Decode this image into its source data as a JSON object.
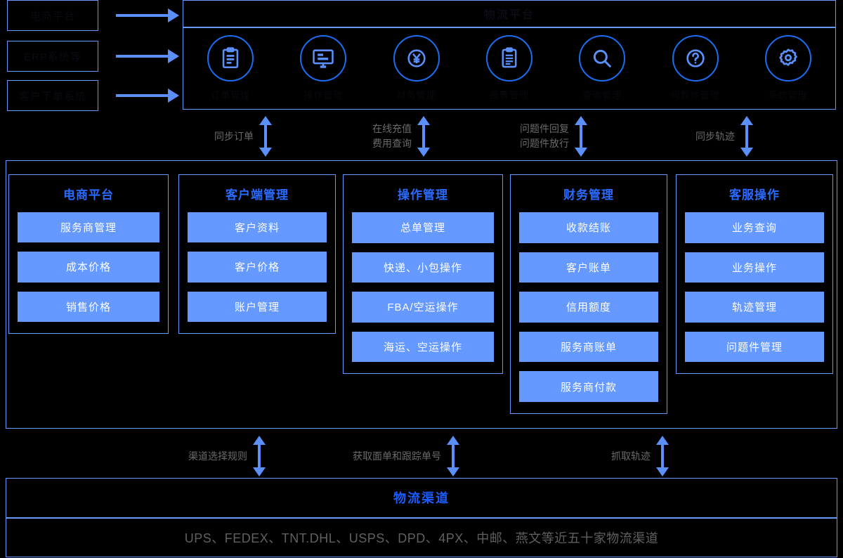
{
  "sources": {
    "items": [
      {
        "label": "电商平台"
      },
      {
        "label": "ERP系统等"
      },
      {
        "label": "客户下单系统"
      }
    ]
  },
  "platform": {
    "title": "物流平台",
    "nav": [
      {
        "label": "订单管理",
        "icon": "document-list-icon"
      },
      {
        "label": "操作管理",
        "icon": "monitor-icon"
      },
      {
        "label": "财务管理",
        "icon": "yen-coin-icon"
      },
      {
        "label": "报表管理",
        "icon": "clipboard-icon"
      },
      {
        "label": "查询管理",
        "icon": "search-icon"
      },
      {
        "label": "问题件管理",
        "icon": "question-mark-icon"
      },
      {
        "label": "系统管理",
        "icon": "gear-icon"
      }
    ]
  },
  "upper_flows": [
    {
      "lines": [
        "同步订单"
      ]
    },
    {
      "lines": [
        "在线充值",
        "费用查询"
      ]
    },
    {
      "lines": [
        "问题件回复",
        "问题件放行"
      ]
    },
    {
      "lines": [
        "同步轨迹"
      ]
    }
  ],
  "modules": [
    {
      "title": "电商平台",
      "items": [
        "服务商管理",
        "成本价格",
        "销售价格"
      ]
    },
    {
      "title": "客户端管理",
      "items": [
        "客户资料",
        "客户价格",
        "账户管理"
      ]
    },
    {
      "title": "操作管理",
      "items": [
        "总单管理",
        "快递、小包操作",
        "FBA/空运操作",
        "海运、空运操作"
      ]
    },
    {
      "title": "财务管理",
      "items": [
        "收款结账",
        "客户账单",
        "信用额度",
        "服务商账单",
        "服务商付款"
      ]
    },
    {
      "title": "客服操作",
      "items": [
        "业务查询",
        "业务操作",
        "轨迹管理",
        "问题件管理"
      ]
    }
  ],
  "lower_flows": [
    {
      "lines": [
        "渠道选择规则"
      ]
    },
    {
      "lines": [
        "获取面单和跟踪单号"
      ]
    },
    {
      "lines": [
        "抓取轨迹"
      ]
    }
  ],
  "logistics": {
    "title": "物流渠道",
    "providers": "UPS、FEDEX、TNT.DHL、USPS、DPD、4PX、中邮、燕文等近五十家物流渠道"
  },
  "colors": {
    "accent": "#6699ff",
    "accent_strong": "#1a6cf0",
    "chip_bg": "#6699ff",
    "arrow": "#5b8ff9",
    "flow_label": "#6a6a6a",
    "background": "#000000"
  }
}
